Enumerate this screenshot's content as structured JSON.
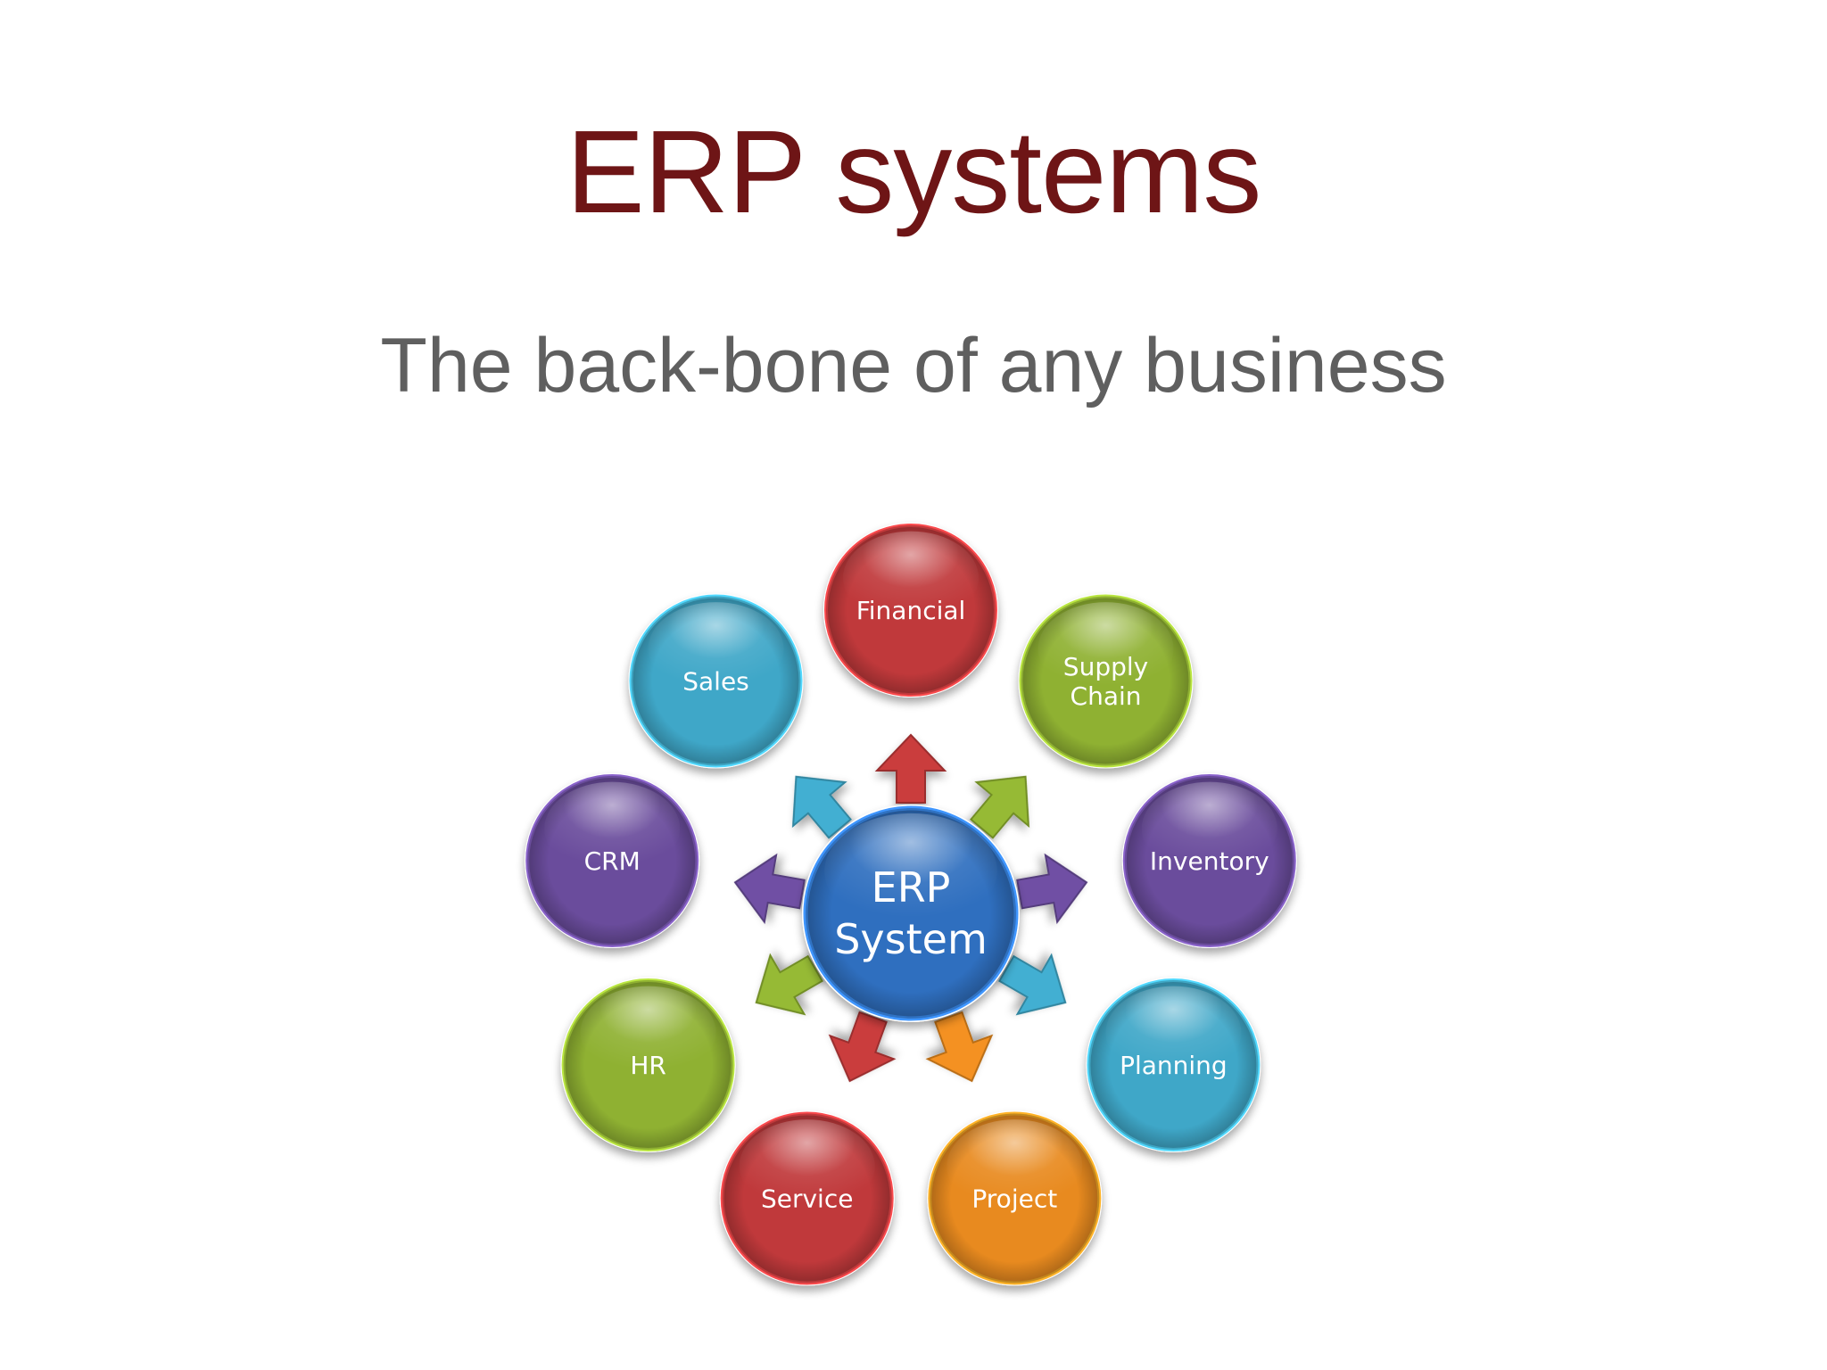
{
  "slide": {
    "title": "ERP systems",
    "subtitle": "The back-bone of any business"
  },
  "diagram": {
    "hub": {
      "lines": [
        "ERP",
        "System"
      ],
      "color": "#2f6fbf"
    },
    "modules": [
      {
        "label": [
          "Financial"
        ],
        "color": "#c0393b"
      },
      {
        "label": [
          "Supply",
          "Chain"
        ],
        "color": "#8fb132"
      },
      {
        "label": [
          "Inventory"
        ],
        "color": "#6a4c9c"
      },
      {
        "label": [
          "Planning"
        ],
        "color": "#3fa7c8"
      },
      {
        "label": [
          "Project"
        ],
        "color": "#e88a1f"
      },
      {
        "label": [
          "Service"
        ],
        "color": "#c0393b"
      },
      {
        "label": [
          "HR"
        ],
        "color": "#8fb132"
      },
      {
        "label": [
          "CRM"
        ],
        "color": "#6a4c9c"
      },
      {
        "label": [
          "Sales"
        ],
        "color": "#3fa7c8"
      }
    ]
  }
}
